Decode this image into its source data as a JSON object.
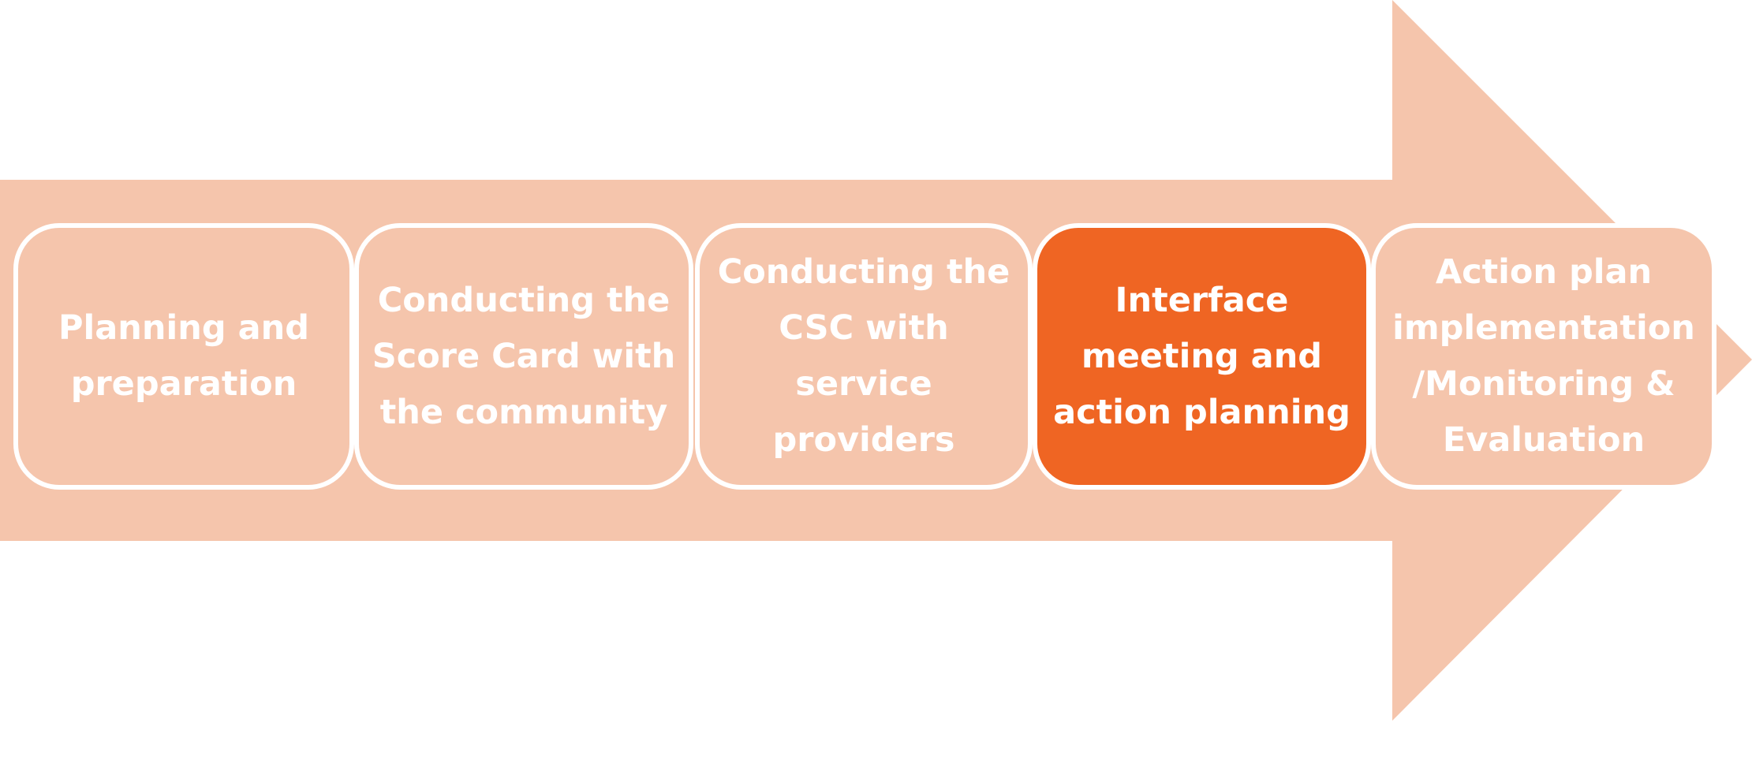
{
  "colors": {
    "arrow_fill": "#f5c5ac",
    "box_fill": "#f5c5ac",
    "active_fill": "#ef6523",
    "box_border": "#ffffff",
    "text": "#ffffff"
  },
  "steps": [
    {
      "label": "Planning and preparation",
      "active": false
    },
    {
      "label": "Conducting the Score Card with the community",
      "active": false
    },
    {
      "label": "Conducting the CSC with service providers",
      "active": false
    },
    {
      "label": "Interface meeting and action planning",
      "active": true
    },
    {
      "label": "Action plan implementation /Monitoring & Evaluation",
      "active": false
    }
  ]
}
